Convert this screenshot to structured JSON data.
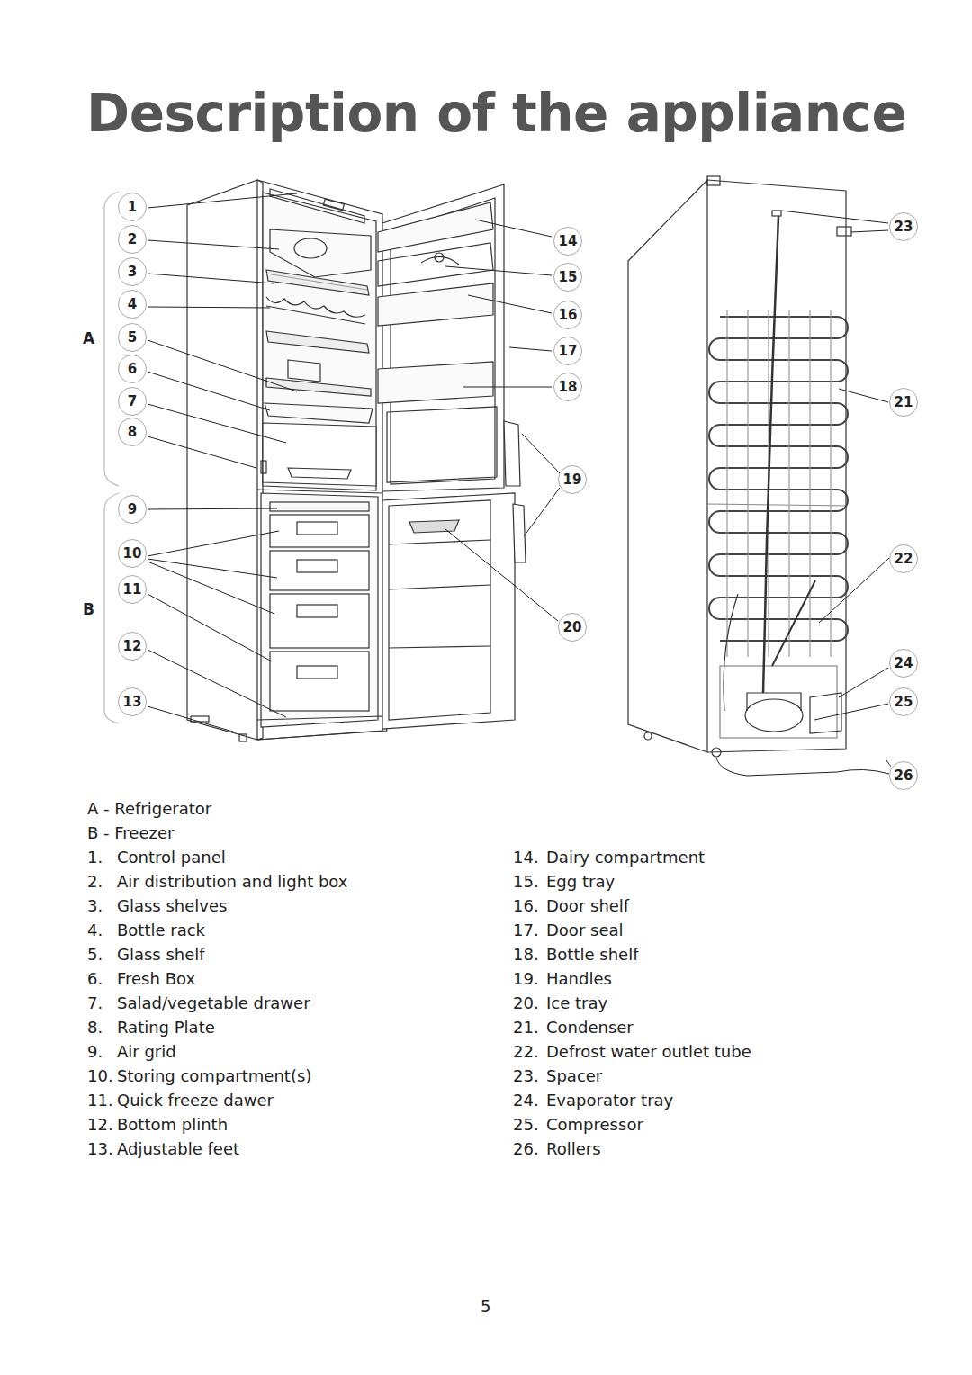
{
  "diagram": {
    "title": "Description of the appliance",
    "nodes": [
      {
        "text": [
          "1"
        ]
      },
      {
        "text": [
          "2"
        ]
      },
      {
        "text": [
          "3"
        ]
      },
      {
        "text": [
          "4"
        ]
      },
      {
        "text": [
          "5"
        ]
      },
      {
        "text": [
          "6"
        ]
      },
      {
        "text": [
          "7"
        ]
      },
      {
        "text": [
          "8"
        ]
      },
      {
        "text": [
          "9"
        ]
      },
      {
        "text": [
          "10"
        ]
      },
      {
        "text": [
          "11"
        ]
      },
      {
        "text": [
          "12"
        ]
      },
      {
        "text": [
          "13"
        ]
      },
      {
        "text": [
          "14"
        ]
      },
      {
        "text": [
          "15"
        ]
      },
      {
        "text": [
          "16"
        ]
      },
      {
        "text": [
          "17"
        ]
      },
      {
        "text": [
          "18"
        ]
      },
      {
        "text": [
          "19"
        ]
      },
      {
        "text": [
          "20"
        ]
      },
      {
        "text": [
          "21"
        ]
      },
      {
        "text": [
          "22"
        ]
      },
      {
        "text": [
          "23"
        ]
      },
      {
        "text": [
          "24"
        ]
      },
      {
        "text": [
          "25"
        ]
      },
      {
        "text": [
          "26"
        ]
      }
    ],
    "labels": [
      "A",
      "B",
      "A - Refrigerator",
      "B - Freezer",
      "1.",
      "Control panel",
      "2.",
      "Air distribution and light box",
      "3.",
      "Glass shelves",
      "4.",
      "Bottle rack",
      "5.",
      "Glass shelf",
      "6.",
      "Fresh Box",
      "7.",
      "Salad/vegetable drawer",
      "8.",
      "Rating Plate",
      "9.",
      "Air grid",
      "10.",
      "Storing compartment(s)",
      "11.",
      "Quick freeze dawer",
      "12.",
      "Bottom plinth",
      "13.",
      "Adjustable feet",
      "14.",
      "Dairy compartment",
      "15.",
      "Egg tray",
      "16.",
      "Door shelf",
      "17.",
      "Door seal",
      "18.",
      "Bottle shelf",
      "19.",
      "Handles",
      "20.",
      "Ice tray",
      "21.",
      "Condenser",
      "22.",
      "Defrost water outlet tube",
      "23.",
      "Spacer",
      "24.",
      "Evaporator tray",
      "25.",
      "Compressor",
      "26.",
      "Rollers",
      "5"
    ]
  }
}
